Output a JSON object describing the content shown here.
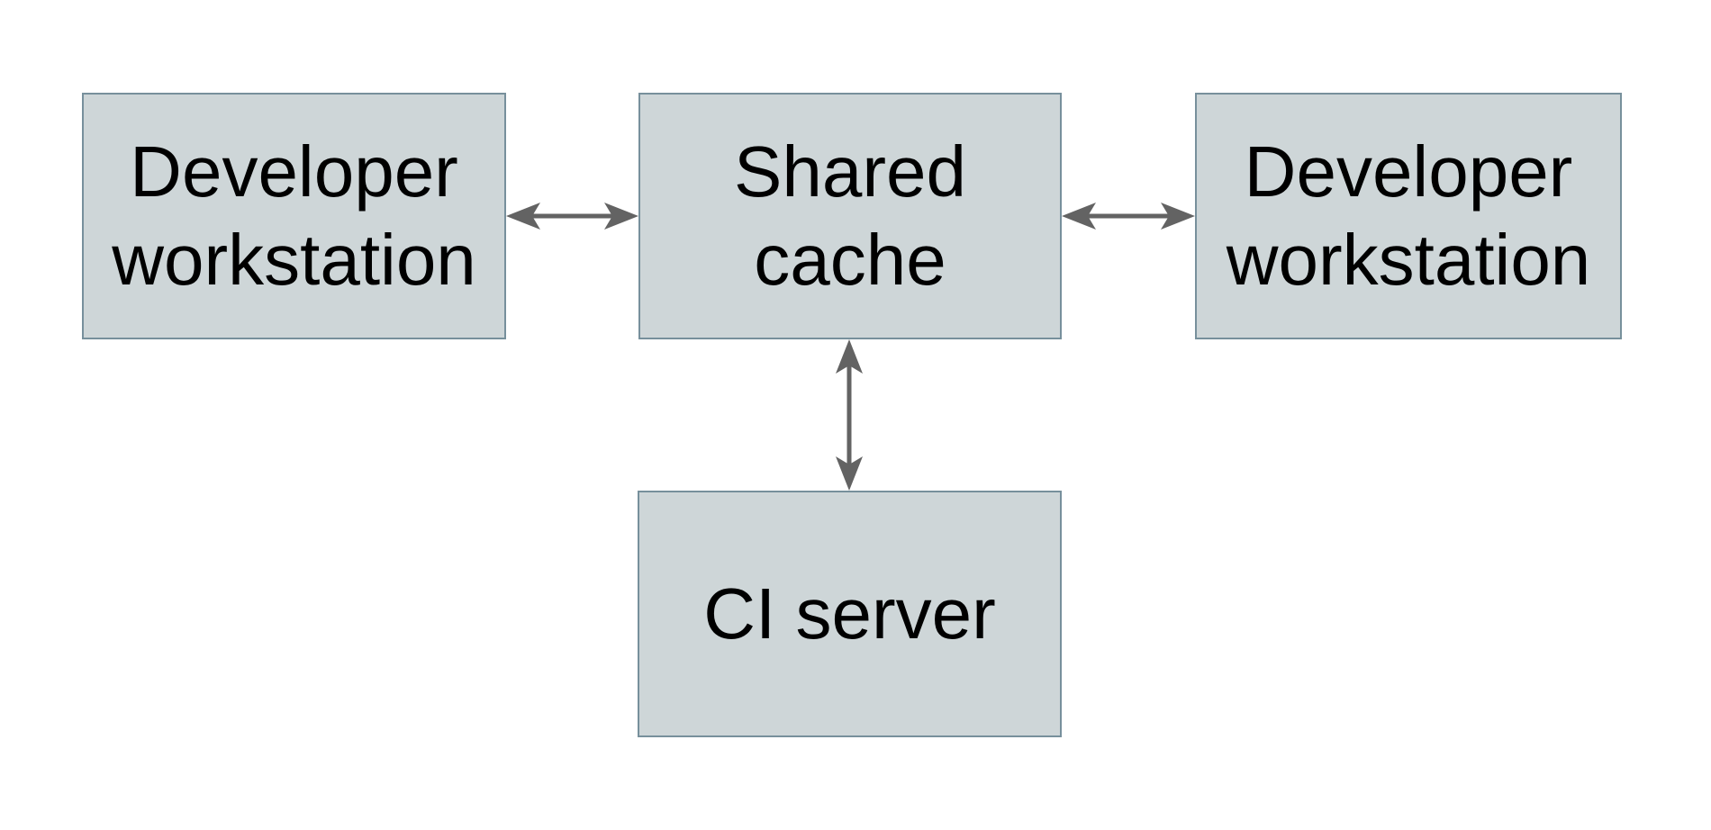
{
  "page": {
    "background": "#ffffff"
  },
  "colors": {
    "node_fill": "#ced6d8",
    "node_border": "#77909c",
    "arrow": "#636363",
    "text": "#000000",
    "page_bg": "#ffffff"
  },
  "diagram": {
    "type": "architecture-diagram",
    "nodes": [
      {
        "id": "developer-workstation-left",
        "label": "Developer workstation",
        "lines": [
          "Developer",
          "workstation"
        ]
      },
      {
        "id": "shared-cache",
        "label": "Shared cache",
        "lines": [
          "Shared",
          "cache"
        ]
      },
      {
        "id": "developer-workstation-right",
        "label": "Developer workstation",
        "lines": [
          "Developer",
          "workstation"
        ]
      },
      {
        "id": "ci-server",
        "label": "CI server",
        "lines": [
          "CI server"
        ]
      }
    ],
    "connectors": [
      {
        "id": "left-workstation-shared-cache",
        "from": "developer-workstation-left",
        "to": "shared-cache",
        "direction": "bidirectional",
        "orientation": "horizontal"
      },
      {
        "id": "shared-cache-right-workstation",
        "from": "shared-cache",
        "to": "developer-workstation-right",
        "direction": "bidirectional",
        "orientation": "horizontal"
      },
      {
        "id": "shared-cache-ci-server",
        "from": "shared-cache",
        "to": "ci-server",
        "direction": "bidirectional",
        "orientation": "vertical"
      }
    ]
  }
}
